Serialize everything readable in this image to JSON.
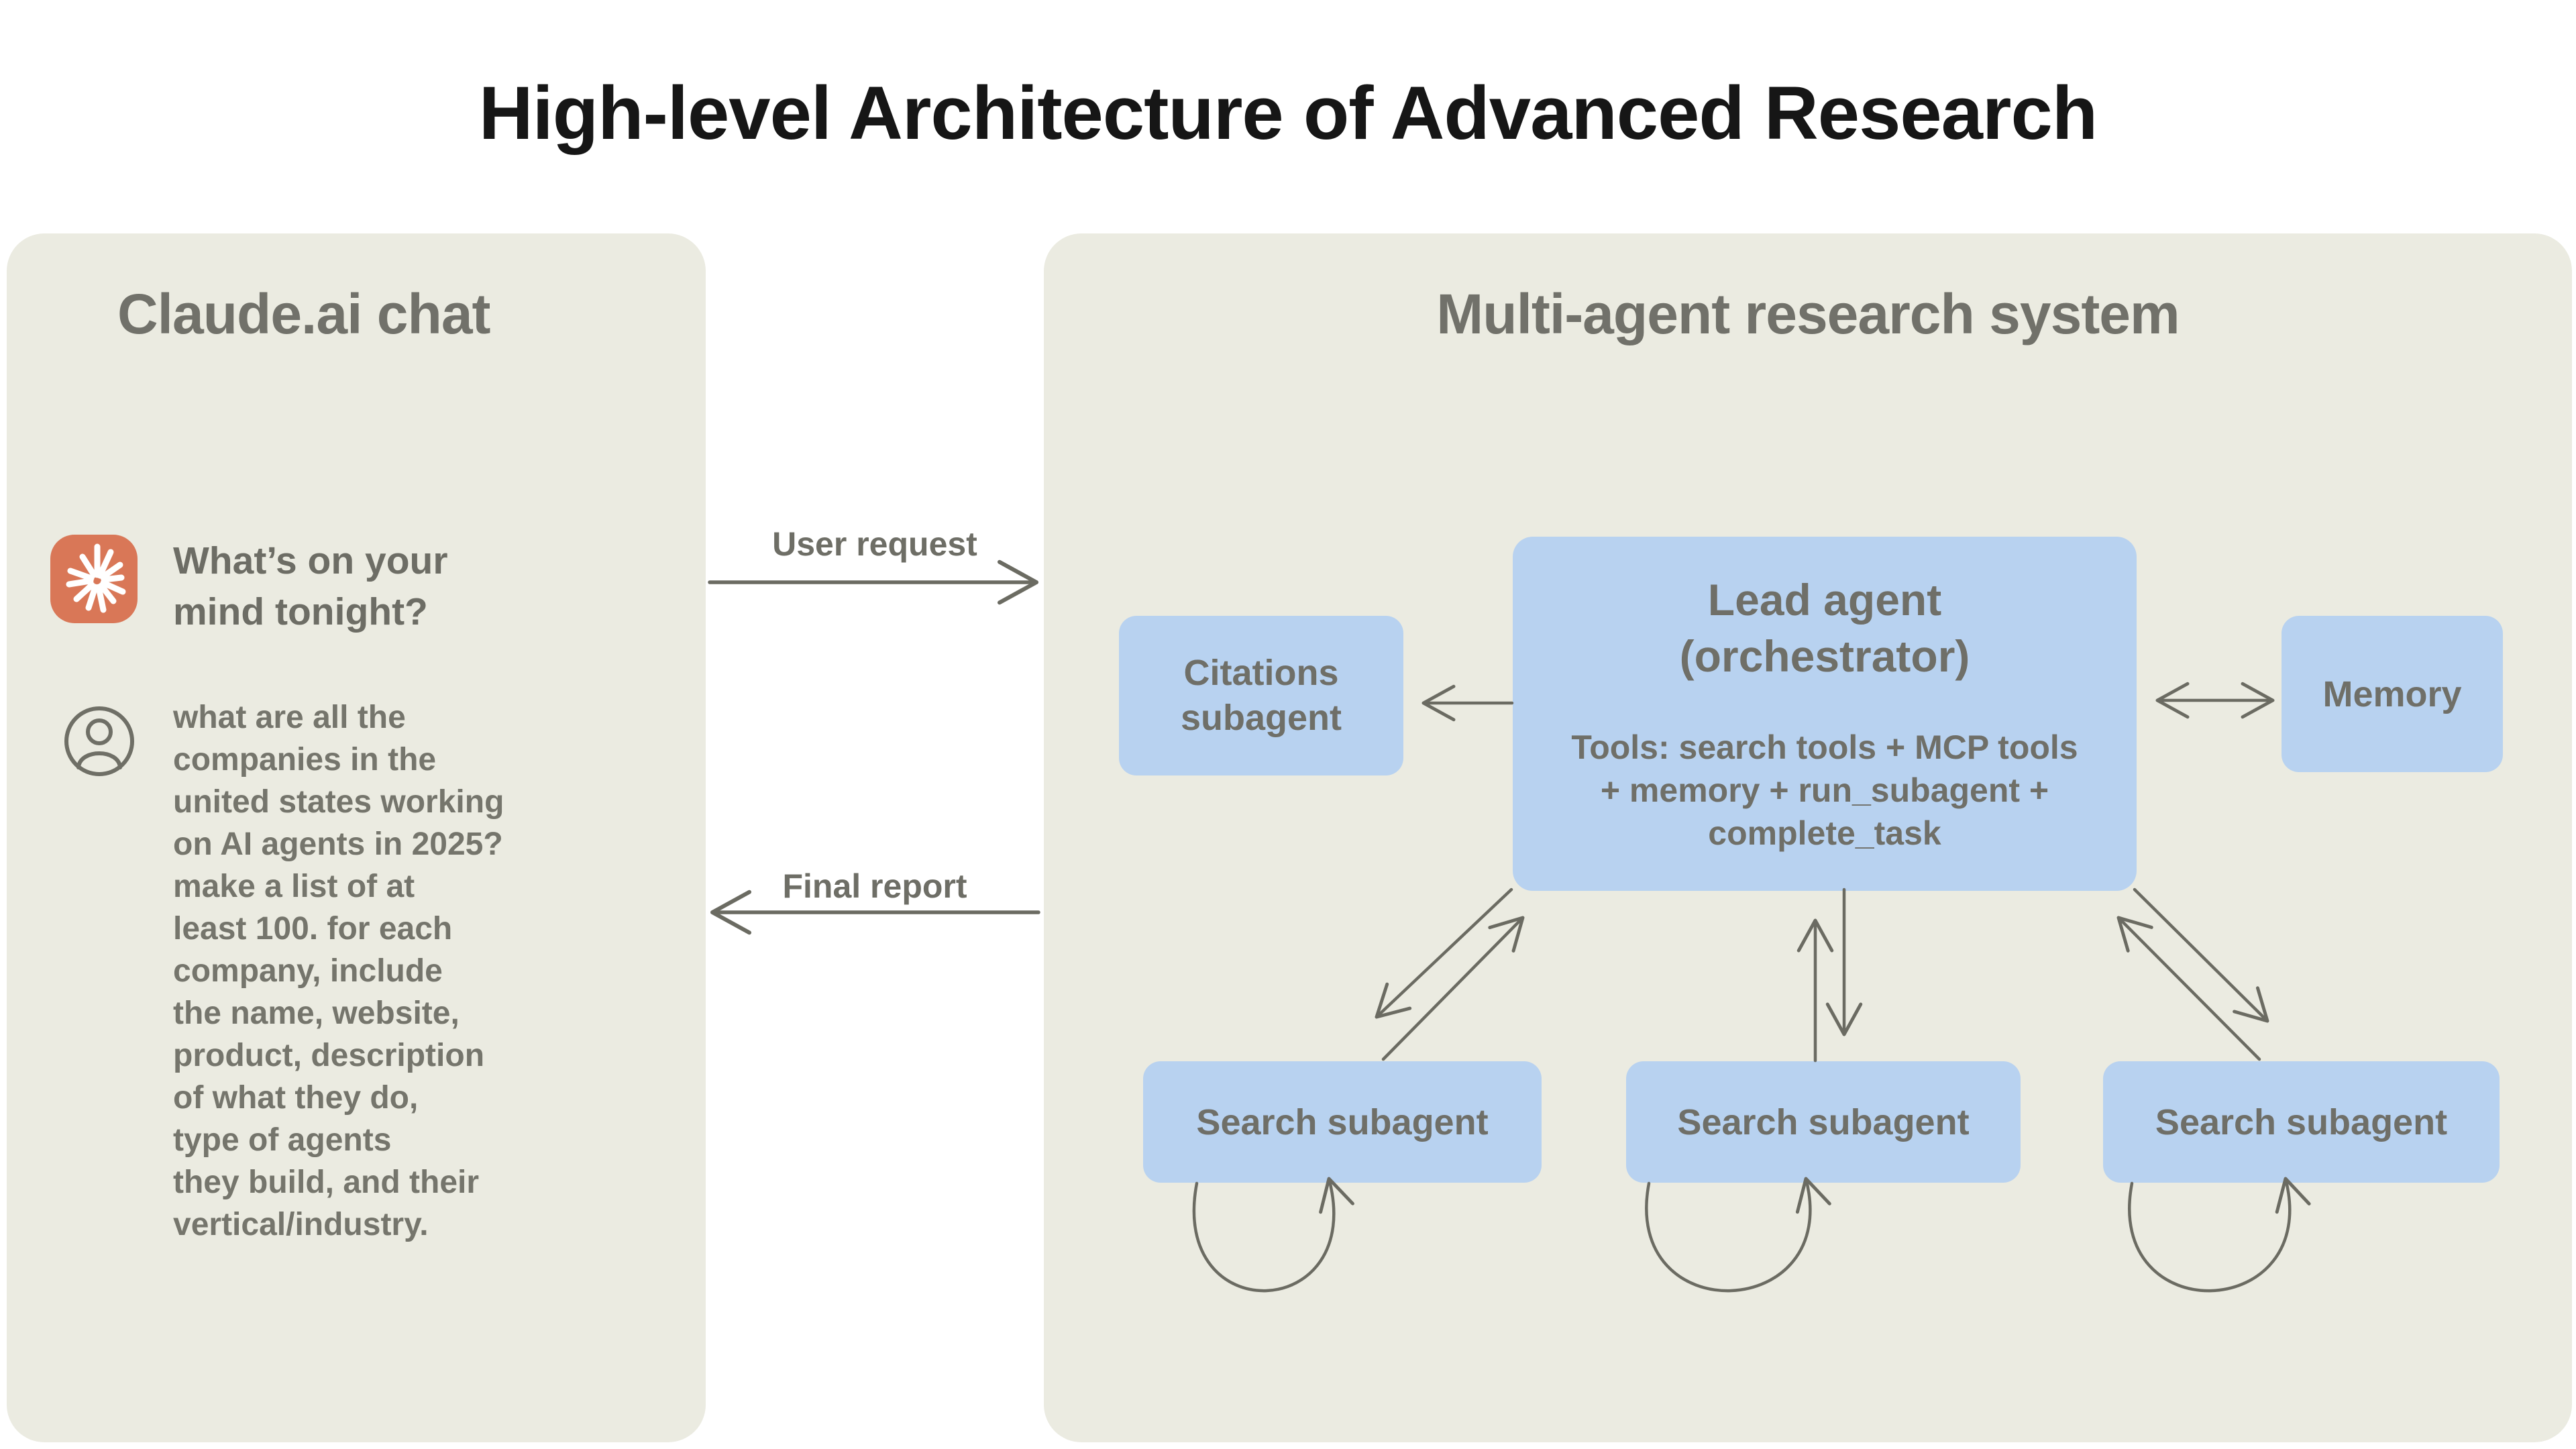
{
  "title": "High-level Architecture of Advanced Research",
  "left_panel": {
    "title": "Claude.ai chat",
    "prompt_heading": {
      "line1": "What’s on your",
      "line2": "mind tonight?"
    },
    "user_message_lines": [
      "what are all the",
      "companies in the",
      "united states working",
      "on AI agents in 2025?",
      "make a list of at",
      "least 100. for each",
      "company, include",
      "the name, website,",
      "product, description",
      "of what they do,",
      "type of agents",
      "they build, and their",
      "vertical/industry."
    ]
  },
  "flows": {
    "user_request_label": "User request",
    "final_report_label": "Final report"
  },
  "right_panel": {
    "title": "Multi-agent research system",
    "lead_agent": {
      "title_line1": "Lead agent",
      "title_line2": "(orchestrator)",
      "tools_line1": "Tools: search tools + MCP tools",
      "tools_line2": "+ memory + run_subagent +",
      "tools_line3": "complete_task"
    },
    "citations_subagent": {
      "line1": "Citations",
      "line2": "subagent"
    },
    "memory": {
      "label": "Memory"
    },
    "search_subagents": [
      {
        "label": "Search subagent"
      },
      {
        "label": "Search subagent"
      },
      {
        "label": "Search subagent"
      }
    ]
  },
  "icons": {
    "claude": "claude-spark-icon",
    "user": "user-avatar-icon"
  },
  "colors": {
    "page_background": "#FFFFFF",
    "panel_background": "#EBEBE1",
    "box_blue": "#B8D2F0",
    "text_gray": "#6F6F68",
    "header_gray": "#71716A",
    "arrow_gray": "#6B6B62",
    "claude_orange": "#D97757",
    "title_black": "#161616"
  }
}
